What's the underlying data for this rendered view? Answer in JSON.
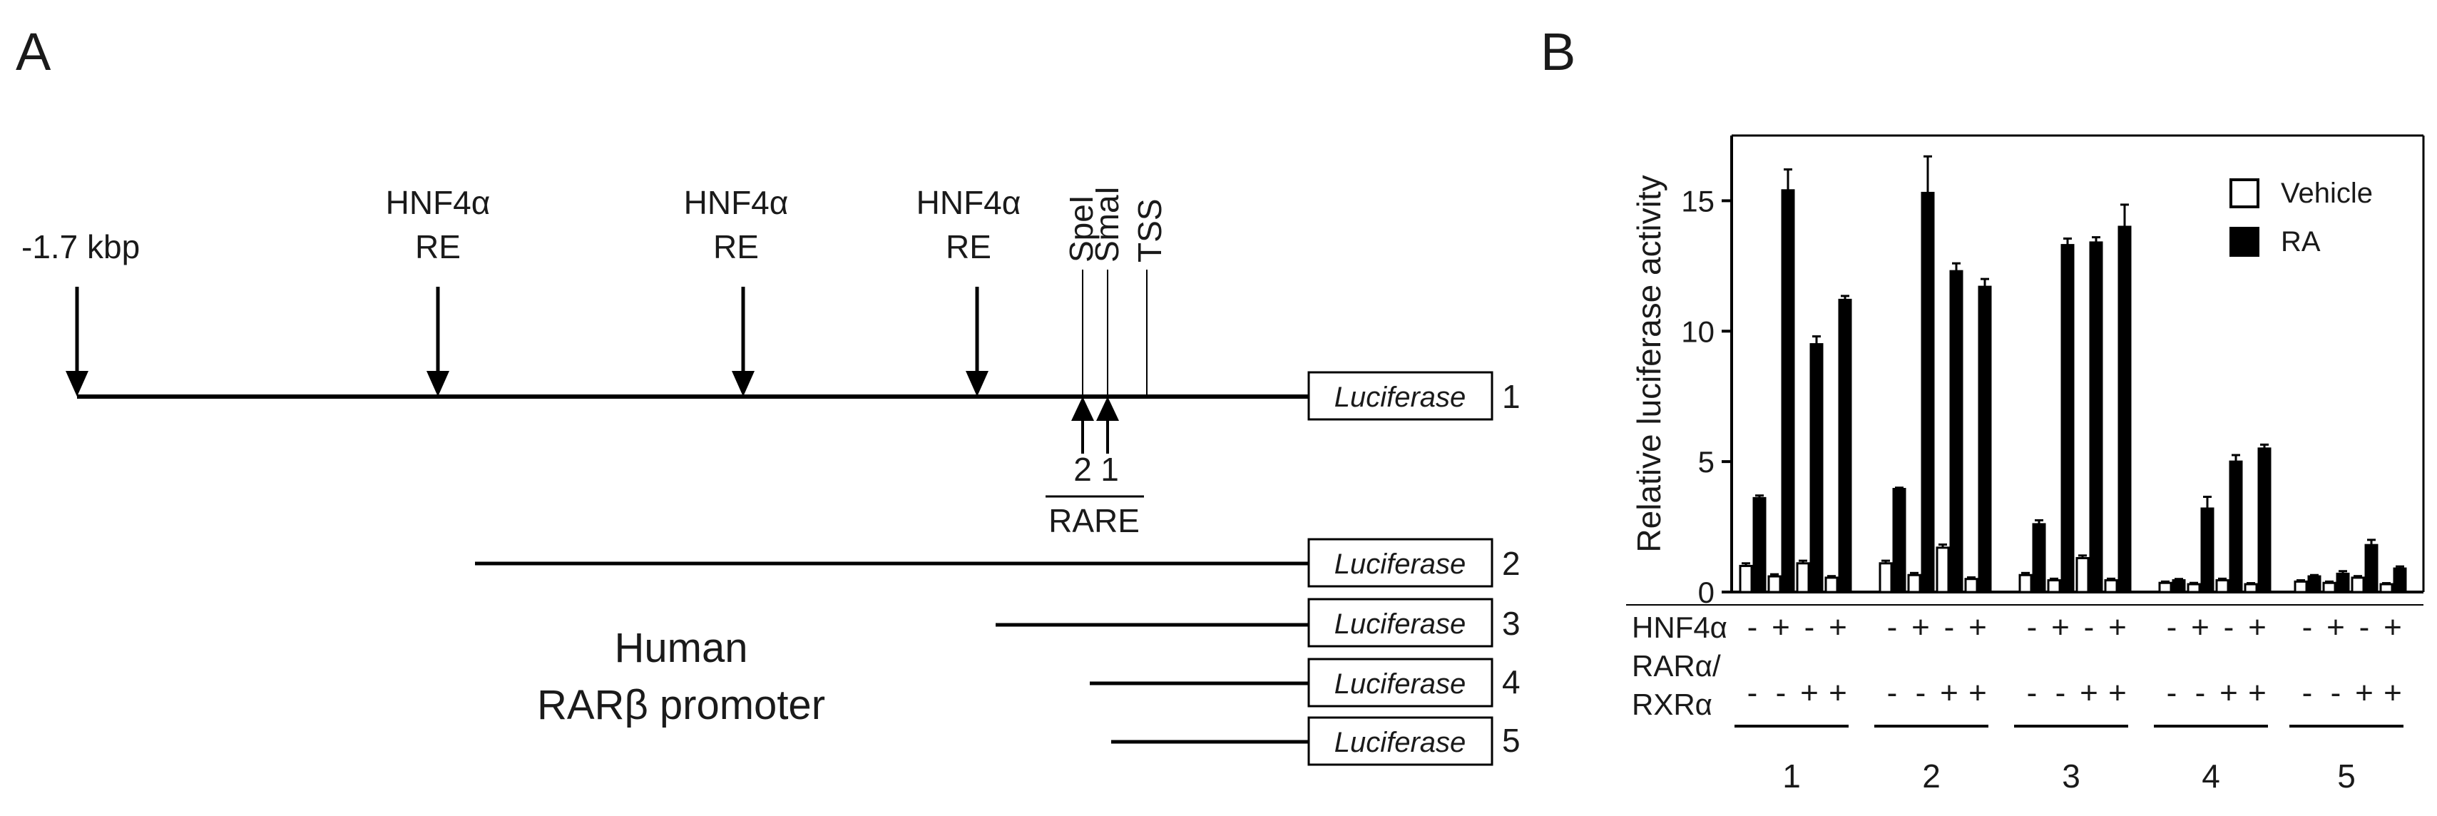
{
  "panels": {
    "a": "A",
    "b": "B"
  },
  "promoter_map": {
    "start_label": "-1.7 kbp",
    "re_lines": [
      "HNF4α",
      "RE"
    ],
    "re_count": 3,
    "sites": [
      "SpeI",
      "SmaI",
      "TSS"
    ],
    "site_numbers": [
      "2",
      "1"
    ],
    "rare_label": "RARE",
    "reporter": "Luciferase",
    "construct_numbers": [
      "1",
      "2",
      "3",
      "4",
      "5"
    ],
    "title_line1": "Human",
    "title_line2": "RARβ promoter"
  },
  "chart_data": {
    "type": "bar",
    "ylabel": "Relative luciferase activity",
    "ylim": [
      0,
      17.5
    ],
    "yticks": [
      0,
      5,
      10,
      15
    ],
    "legend": {
      "placement": "top-right",
      "entries": [
        "Vehicle",
        "RA"
      ]
    },
    "groups": [
      "1",
      "2",
      "3",
      "4",
      "5"
    ],
    "row_labels": {
      "hnf4a": "HNF4α",
      "rar_line1": "RARα/",
      "rar_line2": "RXRα"
    },
    "conditions": {
      "hnf4a": [
        "-",
        "+",
        "-",
        "+"
      ],
      "rar_rxr": [
        "-",
        "-",
        "+",
        "+"
      ]
    },
    "series": [
      {
        "name": "Vehicle",
        "color": "#ffffff",
        "values": [
          [
            1.0,
            0.6,
            1.1,
            0.55
          ],
          [
            1.1,
            0.65,
            1.7,
            0.5
          ],
          [
            0.65,
            0.45,
            1.3,
            0.45
          ],
          [
            0.35,
            0.3,
            0.45,
            0.3
          ],
          [
            0.4,
            0.35,
            0.55,
            0.3
          ]
        ],
        "errors": [
          [
            0.1,
            0.08,
            0.1,
            0.06
          ],
          [
            0.1,
            0.08,
            0.12,
            0.06
          ],
          [
            0.08,
            0.06,
            0.1,
            0.06
          ],
          [
            0.05,
            0.05,
            0.06,
            0.04
          ],
          [
            0.05,
            0.05,
            0.06,
            0.04
          ]
        ]
      },
      {
        "name": "RA",
        "color": "#000000",
        "values": [
          [
            3.6,
            15.4,
            9.5,
            11.2
          ],
          [
            3.95,
            15.3,
            12.3,
            11.7
          ],
          [
            2.6,
            13.3,
            13.4,
            14.0
          ],
          [
            0.45,
            3.2,
            5.0,
            5.5
          ],
          [
            0.6,
            0.7,
            1.8,
            0.9
          ]
        ],
        "errors": [
          [
            0.1,
            0.8,
            0.3,
            0.15
          ],
          [
            0.05,
            1.4,
            0.3,
            0.3
          ],
          [
            0.15,
            0.25,
            0.2,
            0.85
          ],
          [
            0.05,
            0.45,
            0.25,
            0.15
          ],
          [
            0.05,
            0.1,
            0.2,
            0.08
          ]
        ]
      }
    ]
  }
}
